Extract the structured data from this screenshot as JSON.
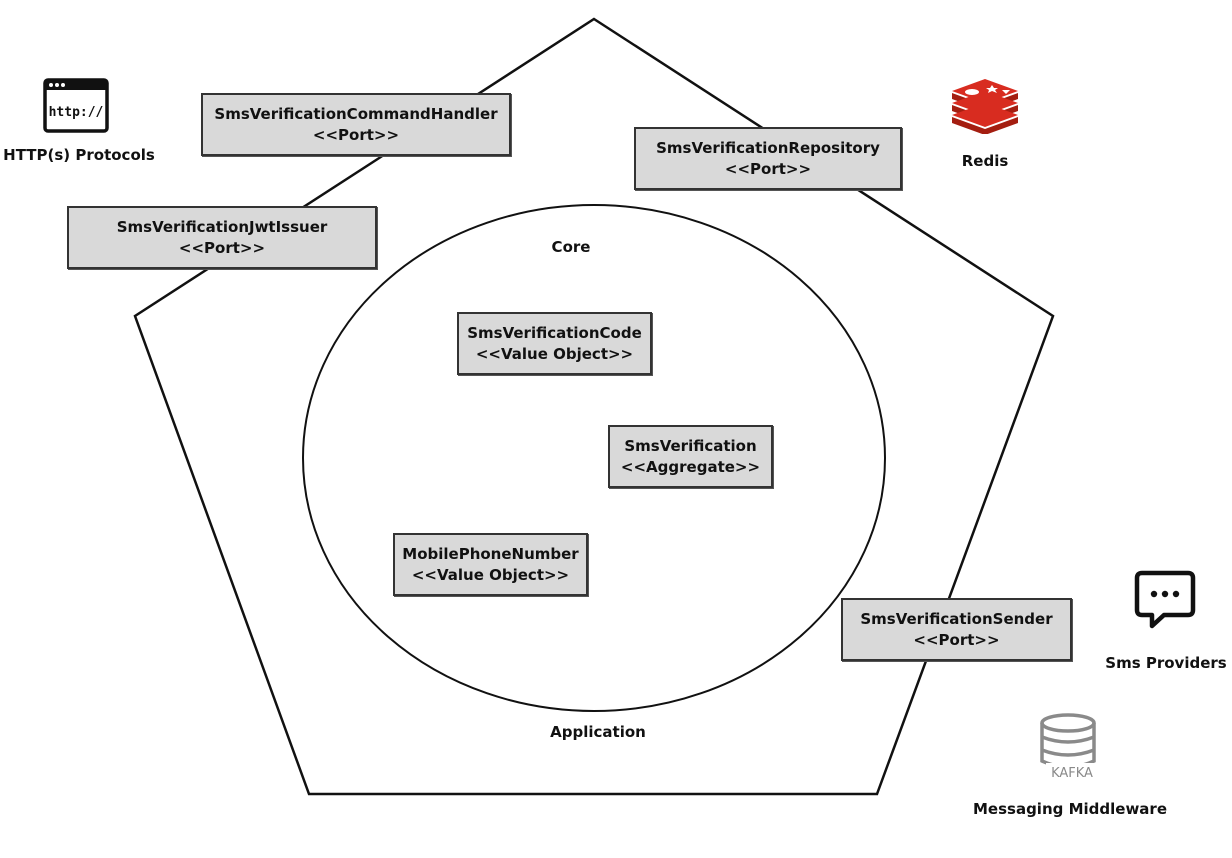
{
  "colors": {
    "box_fill": "#d9d9d9",
    "outline": "#111111",
    "redis": "#d82c20",
    "kafka": "#8a8a8a"
  },
  "regions": {
    "core_label": "Core",
    "application_label": "Application"
  },
  "ports": [
    {
      "name": "SmsVerificationCommandHandler",
      "stereotype": "<<Port>>"
    },
    {
      "name": "SmsVerificationJwtIssuer",
      "stereotype": "<<Port>>"
    },
    {
      "name": "SmsVerificationRepository",
      "stereotype": "<<Port>>"
    },
    {
      "name": "SmsVerificationSender",
      "stereotype": "<<Port>>"
    }
  ],
  "core_elements": [
    {
      "name": "SmsVerificationCode",
      "stereotype": "<<Value Object>>"
    },
    {
      "name": "SmsVerification",
      "stereotype": "<<Aggregate>>"
    },
    {
      "name": "MobilePhoneNumber",
      "stereotype": "<<Value Object>>"
    }
  ],
  "external": {
    "http": {
      "label": "HTTP(s) Protocols",
      "icon": "browser-window-icon",
      "icon_text": "http://"
    },
    "redis": {
      "label": "Redis",
      "icon": "redis-logo-icon"
    },
    "sms": {
      "label": "Sms Providers",
      "icon": "chat-bubble-icon"
    },
    "messaging": {
      "label": "Messaging Middleware",
      "icon": "database-icon",
      "icon_text": "KAFKA"
    }
  }
}
